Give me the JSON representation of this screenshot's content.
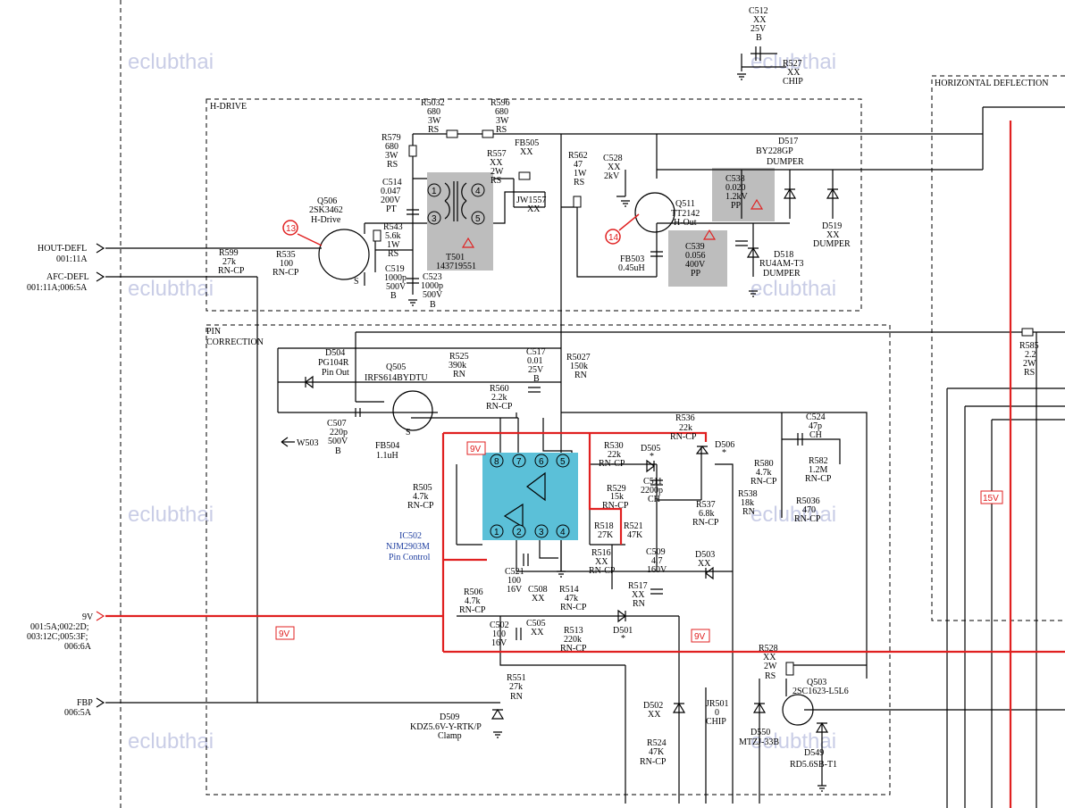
{
  "sections": {
    "hdrive": "H-DRIVE",
    "pin_line1": "PIN",
    "pin_line2": "CORRECTION",
    "hdefl": "HORIZONTAL DEFLECTION"
  },
  "watermark": "eclubthai",
  "ports": {
    "hout_name": "HOUT-DEFL",
    "hout_ref": "001:11A",
    "afc_name": "AFC-DEFL",
    "afc_ref": "001:11A;006:5A",
    "v9_name": "9V",
    "v9_ref1": "001:5A;002:2D;",
    "v9_ref2": "003:12C;005:3F;",
    "v9_ref3": "006:6A",
    "fbp_name": "FBP",
    "fbp_ref": "006:5A",
    "w503": "W503"
  },
  "rails": {
    "v9": "9V",
    "v15": "15V"
  },
  "markers": {
    "m13": "13",
    "m14": "14"
  },
  "ic": {
    "name": "IC502",
    "part": "NJM2903M",
    "func": "Pin Control",
    "pins_top": [
      "8",
      "7",
      "6",
      "5"
    ],
    "pins_bottom": [
      "1",
      "2",
      "3",
      "4"
    ]
  },
  "transformer": {
    "ref": "T501",
    "part": "143719551",
    "pins": [
      "1",
      "3",
      "4",
      "5"
    ]
  },
  "colors": {
    "wire": "#000000",
    "rail": "#e02020",
    "ic_fill": "#5bc0d8",
    "highlight": "#bdbdbd",
    "watermark": "#c9cde6",
    "ic_label": "#1f3fa0"
  },
  "components": {
    "c512": [
      "C512",
      "XX",
      "25V",
      "B"
    ],
    "r527": [
      "R527",
      "XX",
      "CHIP"
    ],
    "r5032": [
      "R5032",
      "680",
      "3W",
      "RS"
    ],
    "r596": [
      "R596",
      "680",
      "3W",
      "RS"
    ],
    "r579": [
      "R579",
      "680",
      "3W",
      "RS"
    ],
    "r557": [
      "R557",
      "XX",
      "2W",
      "RS"
    ],
    "fb505": [
      "FB505",
      "XX"
    ],
    "jw1557": [
      "JW1557",
      "XX"
    ],
    "r562": [
      "R562",
      "47",
      "1W",
      "RS"
    ],
    "c528": [
      "C528",
      "XX",
      "2kV"
    ],
    "d517": [
      "D517",
      "BY228GP",
      "DUMPER"
    ],
    "c514": [
      "C514",
      "0.047",
      "200V",
      "PT"
    ],
    "q506": [
      "Q506",
      "2SK3462",
      "H-Drive"
    ],
    "r543": [
      "R543",
      "5.6k",
      "1W",
      "RS"
    ],
    "c538": [
      "C538",
      "0.020",
      "1.2kV",
      "PP"
    ],
    "d519": [
      "D519",
      "XX",
      "DUMPER"
    ],
    "q511": [
      "Q511",
      "TT2142",
      "H-Out"
    ],
    "c539": [
      "C539",
      "0.056",
      "400V",
      "PP"
    ],
    "fb503": [
      "FB503",
      "0.45uH"
    ],
    "d518": [
      "D518",
      "RU4AM-T3",
      "DUMPER"
    ],
    "r599": [
      "R599",
      "27k",
      "RN-CP"
    ],
    "r535": [
      "R535",
      "100",
      "RN-CP"
    ],
    "c519": [
      "C519",
      "1000p",
      "500V",
      "B"
    ],
    "c523": [
      "C523",
      "1000p",
      "500V",
      "B"
    ],
    "s1": "S",
    "s2": "S",
    "d504": [
      "D504",
      "PG104R",
      "Pin Out"
    ],
    "r525": [
      "R525",
      "390k",
      "RN"
    ],
    "c517": [
      "C517",
      "0.01",
      "25V",
      "B"
    ],
    "r5027": [
      "R5027",
      "150k",
      "RN"
    ],
    "q505": [
      "Q505",
      "IRFS614BYDTU"
    ],
    "r560": [
      "R560",
      "2.2k",
      "RN-CP"
    ],
    "c507": [
      "C507",
      "220p",
      "500V",
      "B"
    ],
    "fb504": [
      "FB504",
      "1.1uH"
    ],
    "r505": [
      "R505",
      "4.7k",
      "RN-CP"
    ],
    "r536": [
      "R536",
      "22k",
      "RN-CP"
    ],
    "r530": [
      "R530",
      "22k",
      "RN-CP"
    ],
    "d505": [
      "D505",
      "*"
    ],
    "d506": [
      "D506",
      "*"
    ],
    "c511": [
      "C511",
      "2200p",
      "CH"
    ],
    "r529": [
      "R529",
      "15k",
      "RN-CP"
    ],
    "r537": [
      "R537",
      "6.8k",
      "RN-CP"
    ],
    "r538": [
      "R538",
      "18k",
      "RN"
    ],
    "r518": [
      "R518",
      "27K"
    ],
    "r521": [
      "R521",
      "47K"
    ],
    "c524": [
      "C524",
      "47p",
      "CH"
    ],
    "r580": [
      "R580",
      "4.7k",
      "RN-CP"
    ],
    "r582": [
      "R582",
      "1.2M",
      "RN-CP"
    ],
    "r5036": [
      "R5036",
      "470",
      "RN-CP"
    ],
    "r585": [
      "R585",
      "2.2",
      "2W",
      "RS"
    ],
    "c521": [
      "C521",
      "100",
      "16V"
    ],
    "r516": [
      "R516",
      "XX",
      "RN-CP"
    ],
    "c509": [
      "C509",
      "4.7",
      "160V"
    ],
    "d503": [
      "D503",
      "XX"
    ],
    "c508": [
      "C508",
      "XX"
    ],
    "r514": [
      "R514",
      "47k",
      "RN-CP"
    ],
    "r517": [
      "R517",
      "XX",
      "RN"
    ],
    "r506": [
      "R506",
      "4.7k",
      "RN-CP"
    ],
    "c502": [
      "C502",
      "100",
      "16V"
    ],
    "c505": [
      "C505",
      "XX"
    ],
    "r513": [
      "R513",
      "220k",
      "RN-CP"
    ],
    "d501": [
      "D501",
      "*"
    ],
    "r528": [
      "R528",
      "XX",
      "2W",
      "RS"
    ],
    "q503": [
      "Q503",
      "2SC1623-L5L6"
    ],
    "r551": [
      "R551",
      "27k",
      "RN"
    ],
    "d509": [
      "D509",
      "KDZ5.6V-Y-RTK/P",
      "Clamp"
    ],
    "d502": [
      "D502",
      "XX"
    ],
    "jr501": [
      "JR501",
      "0",
      "CHIP"
    ],
    "d550": [
      "D550",
      "MTZJ-33B"
    ],
    "d549": [
      "D549",
      "RD5.6SB-T1"
    ],
    "r524": [
      "R524",
      "47K",
      "RN-CP"
    ]
  }
}
